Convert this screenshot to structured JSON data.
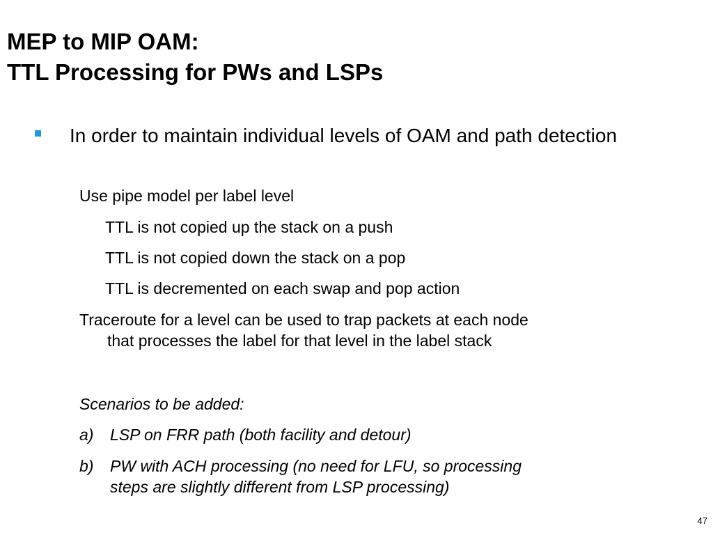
{
  "title": {
    "line1": "MEP to MIP OAM:",
    "line2": "TTL Processing for PWs and LSPs"
  },
  "bullet": {
    "text": "In order to maintain individual levels of OAM and path detection",
    "marker_color": "#1e9cd7",
    "marker_icon": "square-bullet-icon"
  },
  "sub_items": {
    "pipe_model": "Use pipe model per label level",
    "push": "TTL is not copied up the stack on a push",
    "pop": "TTL is not copied down the stack on a pop",
    "decrement": "TTL is decremented on each swap and pop action",
    "traceroute_line1": "Traceroute for a level can be used to trap packets at each node",
    "traceroute_line2": "that processes the label for that level in the label stack"
  },
  "scenarios": {
    "heading": "Scenarios to be added:",
    "items": [
      {
        "marker": "a)",
        "lines": [
          "LSP on FRR path (both facility and detour)"
        ]
      },
      {
        "marker": "b)",
        "lines": [
          "PW with ACH processing (no need for LFU, so processing",
          "steps are slightly different from LSP processing)"
        ]
      }
    ]
  },
  "page_number": "47"
}
